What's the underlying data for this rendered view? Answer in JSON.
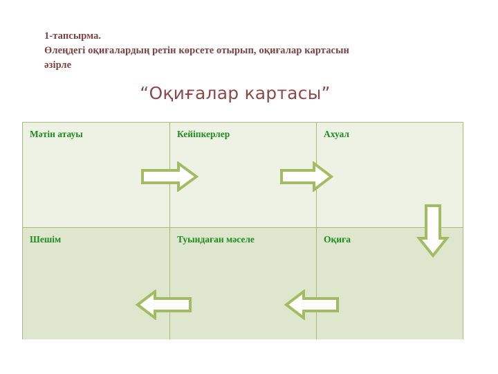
{
  "slide": {
    "background_color": "#ffffff",
    "task": {
      "line_1": "1-тапсырма.",
      "line_2": "Өлеңдегі оқиғалардың ретін көрсете отырып,  оқиғалар картасын",
      "line_3": "әзірле",
      "text_color": "#7c3f3f"
    },
    "title": {
      "text": "“Оқиғалар картасы”",
      "text_color": "#8a4a4a"
    },
    "table": {
      "border_color": "#a8b97a",
      "label_color": "#1e8b1e",
      "row_top_background": "#eef2e4",
      "row_bottom_background": "#dee6cd",
      "rows": [
        {
          "cells": [
            "Мәтін атауы",
            "Кейіпкерлер",
            "Ахуал"
          ]
        },
        {
          "cells": [
            "Шешім",
            "Туындаған мәселе",
            "Оқиға"
          ]
        }
      ]
    },
    "arrows": {
      "fill_color": "#ffffff",
      "outline_color": "#a3bc63",
      "items": [
        {
          "name": "arrow-right-1",
          "direction": "right"
        },
        {
          "name": "arrow-right-2",
          "direction": "right"
        },
        {
          "name": "arrow-left-1",
          "direction": "left"
        },
        {
          "name": "arrow-left-2",
          "direction": "left"
        },
        {
          "name": "arrow-down-1",
          "direction": "down"
        }
      ]
    }
  }
}
